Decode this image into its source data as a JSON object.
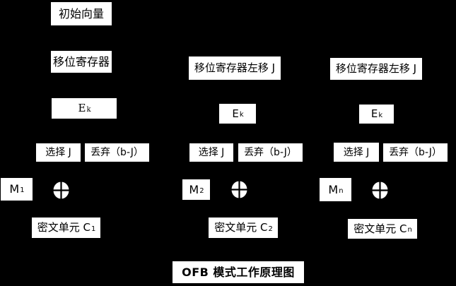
{
  "title": "OFB 模式工作原理图",
  "colors": {
    "background": "#000000",
    "box_fill": "#ffffff",
    "text": "#000000"
  },
  "blocks": {
    "initial_vector": "初始向量",
    "shift_register": "移位寄存器",
    "shift_register_left": "移位寄存器左移 J",
    "encrypt_main": "E",
    "encrypt_sub": "k",
    "select_j": "选择 J",
    "discard": "丢弃（b-J）"
  },
  "rounds": [
    {
      "message_main": "M",
      "message_sub": "1",
      "ciphertext_main": "密文单元 C",
      "ciphertext_sub": "1"
    },
    {
      "message_main": "M",
      "message_sub": "2",
      "ciphertext_main": "密文单元 C",
      "ciphertext_sub": "2"
    },
    {
      "message_main": "M",
      "message_sub": "n",
      "ciphertext_main": "密文单元 C",
      "ciphertext_sub": "n"
    }
  ],
  "icons": {
    "xor": "xor-circle-plus"
  }
}
